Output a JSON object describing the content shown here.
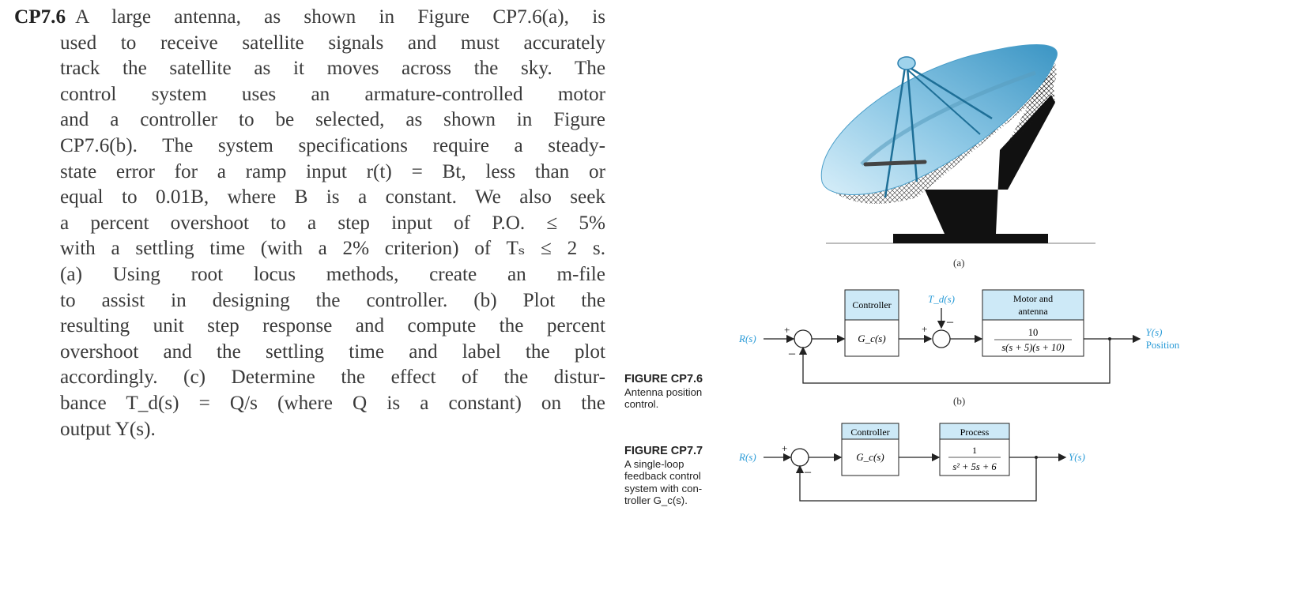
{
  "problem": {
    "number": "CP7.6",
    "lines": [
      "A large antenna, as shown in Figure CP7.6(a), is",
      "used to receive satellite signals and must accurately",
      "track the satellite as it moves across the sky. The",
      "control system uses an armature-controlled motor",
      "and a controller to be selected, as shown in Figure",
      "CP7.6(b). The system specifications require a steady-",
      "state error for a ramp input r(t) = Bt, less than or",
      "equal to 0.01B, where B is a constant. We also seek",
      "a percent overshoot to a step input of P.O. ≤ 5%",
      "with a settling time (with a 2% criterion) of Tₛ ≤ 2 s.",
      "(a) Using root locus methods, create an m-file",
      "to assist in designing the controller. (b) Plot the",
      "resulting unit step response and compute the percent",
      "overshoot and the settling time and label the plot",
      "accordingly. (c) Determine the effect of the distur-",
      "bance T_d(s) = Q/s (where Q is a constant) on the",
      "output Y(s)."
    ]
  },
  "figure_cp7_6": {
    "title": "FIGURE CP7.6",
    "caption_lines": [
      "Antenna position",
      "control."
    ],
    "label_a": "(a)",
    "label_b": "(b)",
    "input": "R(s)",
    "controller_header": "Controller",
    "controller_tf": "G_c(s)",
    "disturbance": "T_d(s)",
    "plant_header_1": "Motor and",
    "plant_header_2": "antenna",
    "plant_num": "10",
    "plant_den": "s(s + 5)(s + 10)",
    "output": "Y(s)",
    "output_label": "Position",
    "sign_plus_1": "+",
    "sign_minus_1": "–",
    "sign_plus_2": "+",
    "sign_minus_2": "–"
  },
  "figure_cp7_7": {
    "title": "FIGURE CP7.7",
    "caption_lines": [
      "A single-loop",
      "feedback control",
      "system with con-",
      "troller G_c(s)."
    ],
    "input": "R(s)",
    "controller_header": "Controller",
    "controller_tf": "G_c(s)",
    "process_header": "Process",
    "process_num": "1",
    "process_den": "s² + 5s + 6",
    "output": "Y(s)",
    "sign_plus": "+",
    "sign_minus": "–"
  },
  "colors": {
    "header_fill": "#cde9f7",
    "signal_blue": "#2a9bd7",
    "dish_blue": "#7fc0e0",
    "text_gray": "#3a3a3a"
  }
}
